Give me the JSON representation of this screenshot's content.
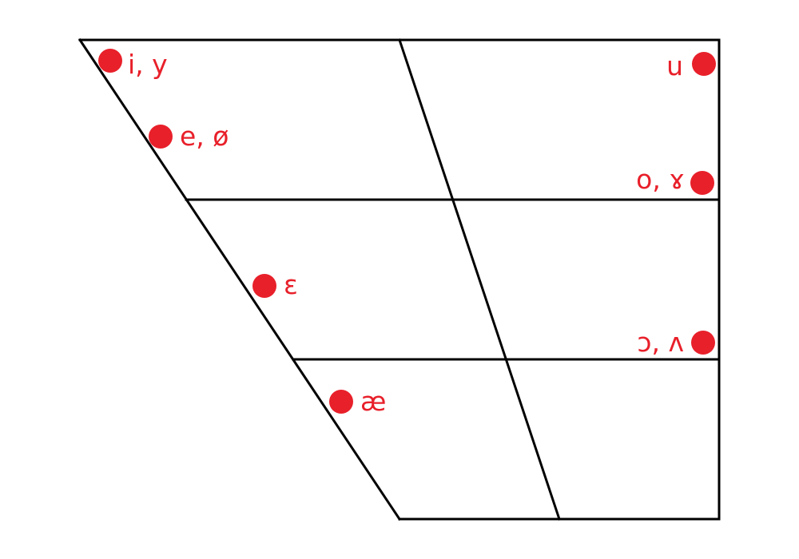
{
  "chart": {
    "accent_color": "#e8202a",
    "line_color": "#000000"
  },
  "vowels": [
    {
      "id": "close-front",
      "label": "i, y"
    },
    {
      "id": "close-mid-front",
      "label": "e, ø"
    },
    {
      "id": "open-mid-front",
      "label": "ɛ"
    },
    {
      "id": "near-open-front",
      "label": "æ"
    },
    {
      "id": "close-back",
      "label": "u"
    },
    {
      "id": "close-mid-back",
      "label": "o, ɤ"
    },
    {
      "id": "open-mid-back",
      "label": "ɔ, ʌ"
    }
  ]
}
